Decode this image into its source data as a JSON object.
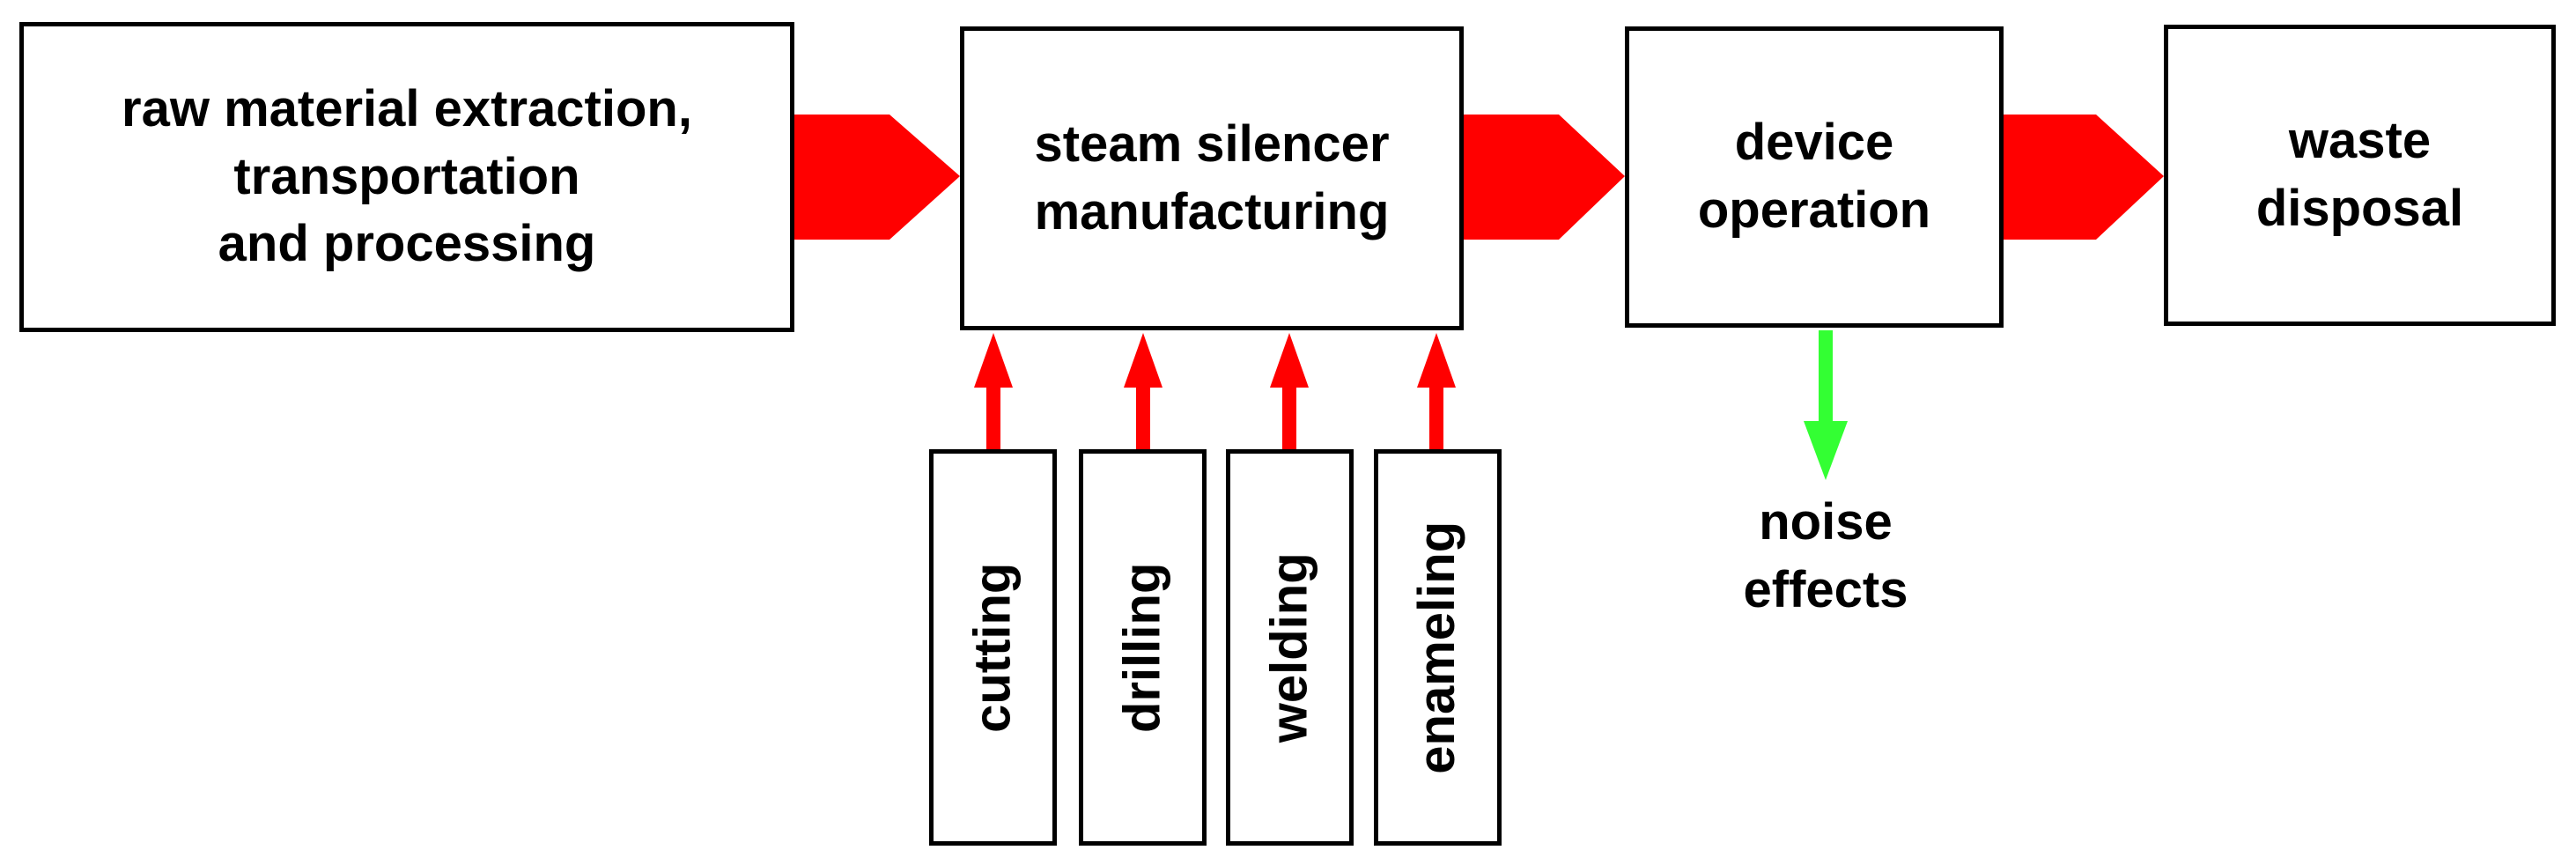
{
  "diagram": {
    "stages": [
      {
        "id": "raw",
        "label": "raw material extraction,\ntransportation\nand processing"
      },
      {
        "id": "manufacturing",
        "label": "steam silencer\nmanufacturing"
      },
      {
        "id": "operation",
        "label": "device\noperation"
      },
      {
        "id": "disposal",
        "label": "waste\ndisposal"
      }
    ],
    "processes": [
      "cutting",
      "drilling",
      "welding",
      "enameling"
    ],
    "output": {
      "label": "noise\neffects"
    },
    "colors": {
      "flow_arrow": "#ff0000",
      "process_arrow": "#ff0000",
      "output_arrow": "#33ff33",
      "border": "#000000"
    }
  }
}
